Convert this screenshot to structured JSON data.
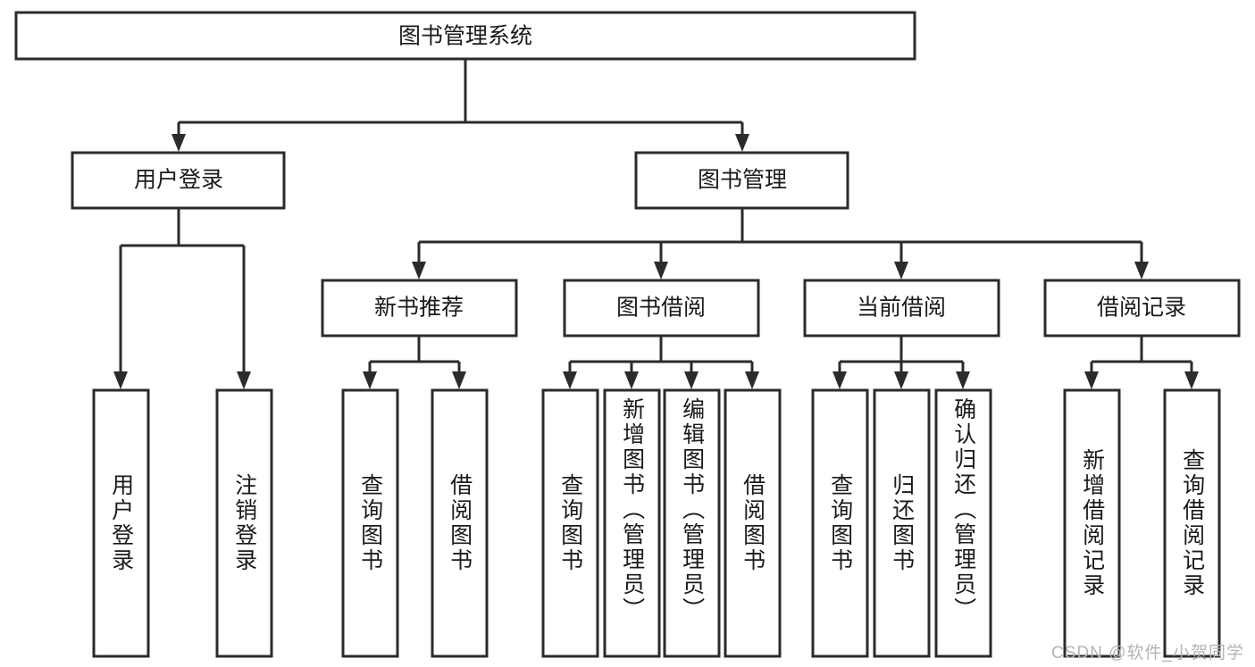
{
  "diagram": {
    "type": "tree",
    "title": "图书管理系统",
    "orientation": "top-down",
    "root": {
      "label": "图书管理系统",
      "level": 0
    },
    "level2": [
      {
        "label": "用户登录"
      },
      {
        "label": "图书管理"
      }
    ],
    "level3": [
      {
        "label": "新书推荐"
      },
      {
        "label": "图书借阅"
      },
      {
        "label": "当前借阅"
      },
      {
        "label": "借阅记录"
      }
    ],
    "leaves": {
      "user_login": [
        {
          "label": "用户登录"
        },
        {
          "label": "注销登录"
        }
      ],
      "new_book_recommend": [
        {
          "label": "查询图书"
        },
        {
          "label": "借阅图书"
        }
      ],
      "book_borrow": [
        {
          "label": "查询图书"
        },
        {
          "label": "新增图书（管理员）"
        },
        {
          "label": "编辑图书（管理员）"
        },
        {
          "label": "借阅图书"
        }
      ],
      "current_borrow": [
        {
          "label": "查询图书"
        },
        {
          "label": "归还图书"
        },
        {
          "label": "确认归还（管理员）"
        }
      ],
      "borrow_record": [
        {
          "label": "新增借阅记录"
        },
        {
          "label": "查询借阅记录"
        }
      ]
    },
    "colors": {
      "stroke": "#2b2b2b",
      "fill": "#ffffff",
      "text": "#1a1a1a",
      "watermark": "#b4b4b4"
    }
  },
  "watermark": {
    "text": "CSDN @软件_小贺同学"
  }
}
